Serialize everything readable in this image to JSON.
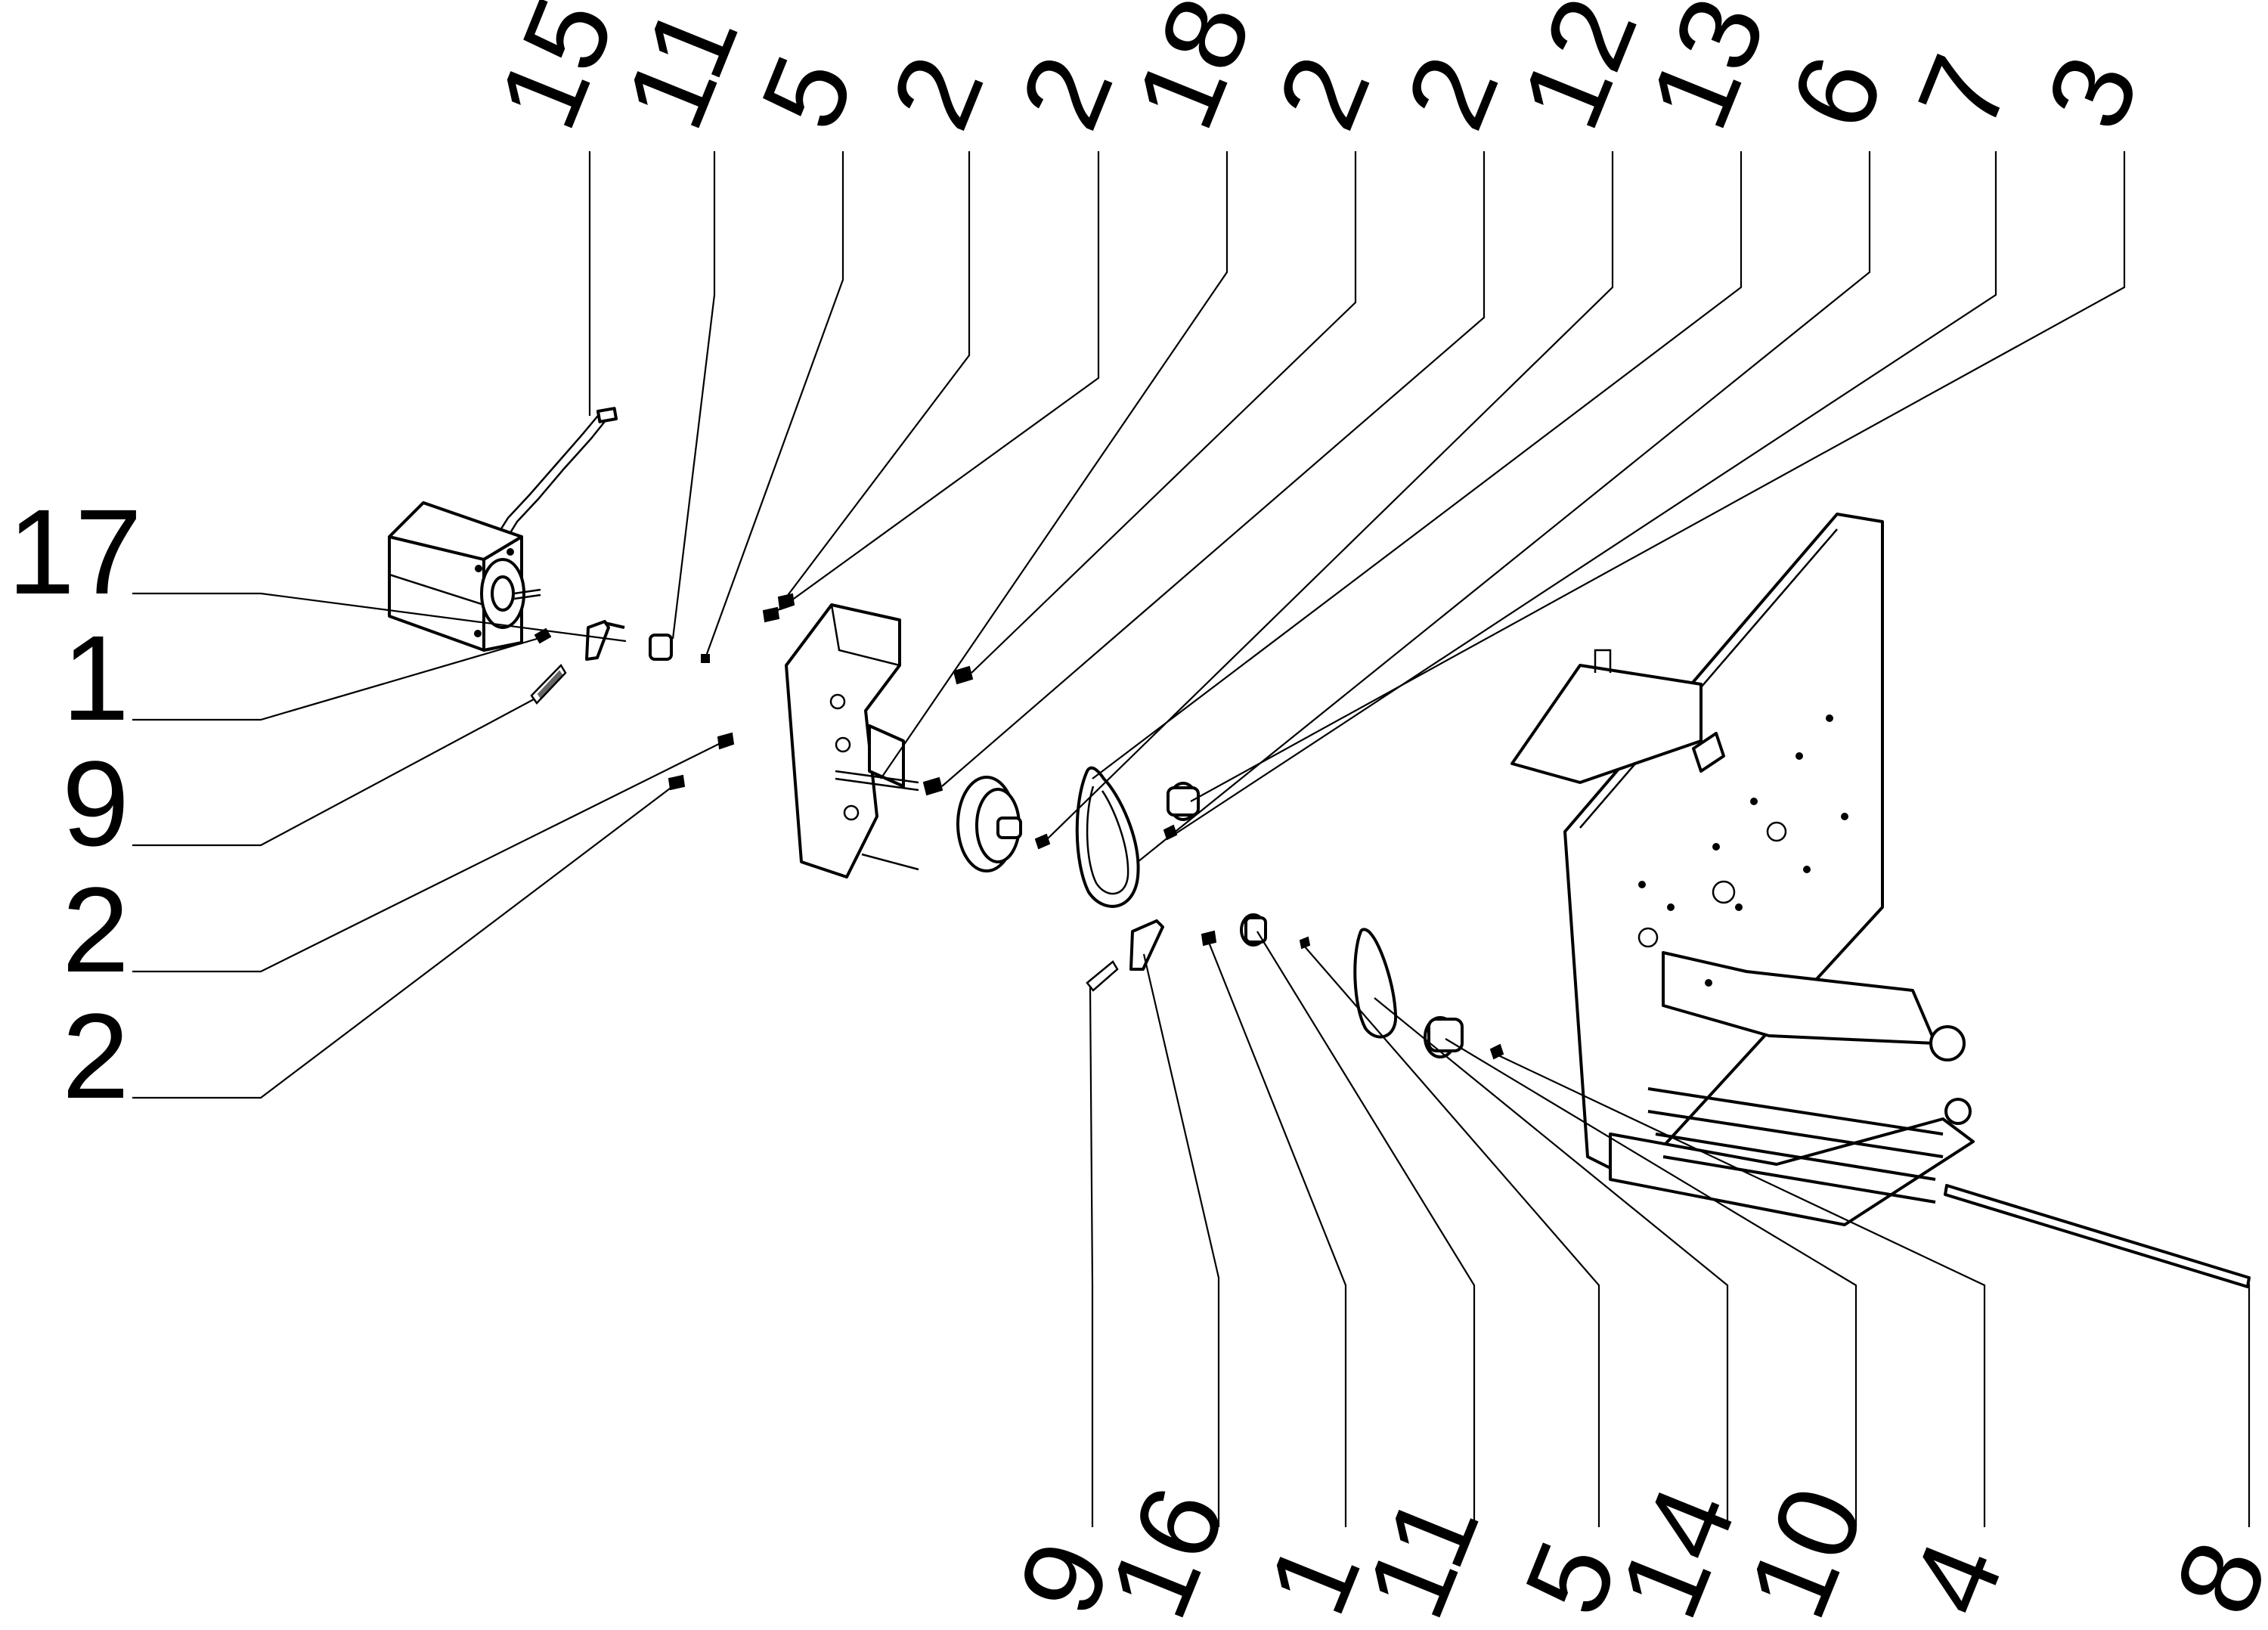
{
  "callouts": {
    "top": [
      "15",
      "11",
      "5",
      "2",
      "2",
      "18",
      "2",
      "2",
      "12",
      "13",
      "6",
      "7",
      "3"
    ],
    "left": [
      "17",
      "1",
      "9",
      "2",
      "2"
    ],
    "bottom": [
      "9",
      "16",
      "1",
      "11",
      "5",
      "14",
      "10",
      "4",
      "8"
    ]
  },
  "parts": {
    "motor": "stepper-motor",
    "cable": "motor-cable",
    "bracket": "motor-bracket",
    "large_pulley": "large-pulley",
    "belt_upper": "timing-belt-upper",
    "belt_lower": "timing-belt-lower",
    "main_frame": "main-frame-assembly",
    "shaft": "shaft"
  }
}
